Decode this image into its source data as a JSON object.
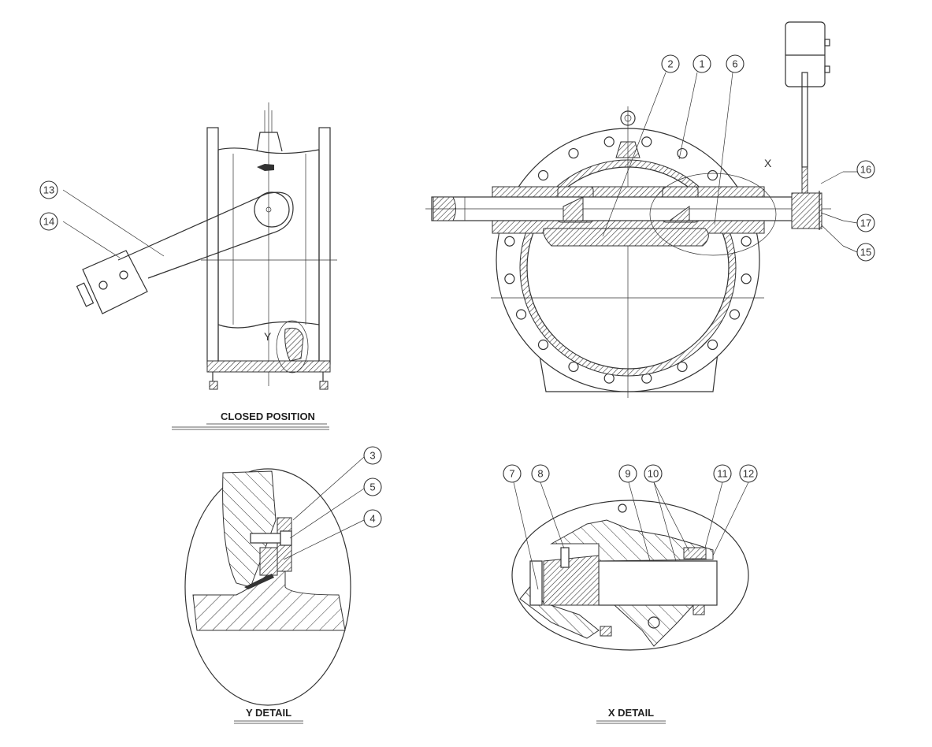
{
  "views": {
    "closed_position": {
      "title": "CLOSED POSITION",
      "detail_marker": "Y"
    },
    "front_section": {
      "detail_marker": "X"
    },
    "y_detail": {
      "title": "Y DETAIL"
    },
    "x_detail": {
      "title": "X DETAIL"
    }
  },
  "part_labels": {
    "p1": "1",
    "p2": "2",
    "p3": "3",
    "p4": "4",
    "p5": "5",
    "p6": "6",
    "p7": "7",
    "p8": "8",
    "p9": "9",
    "p10": "10",
    "p11": "11",
    "p12": "12",
    "p13": "13",
    "p14": "14",
    "p15": "15",
    "p16": "16",
    "p17": "17"
  },
  "colors": {
    "line": "#333333",
    "background": "#ffffff"
  }
}
